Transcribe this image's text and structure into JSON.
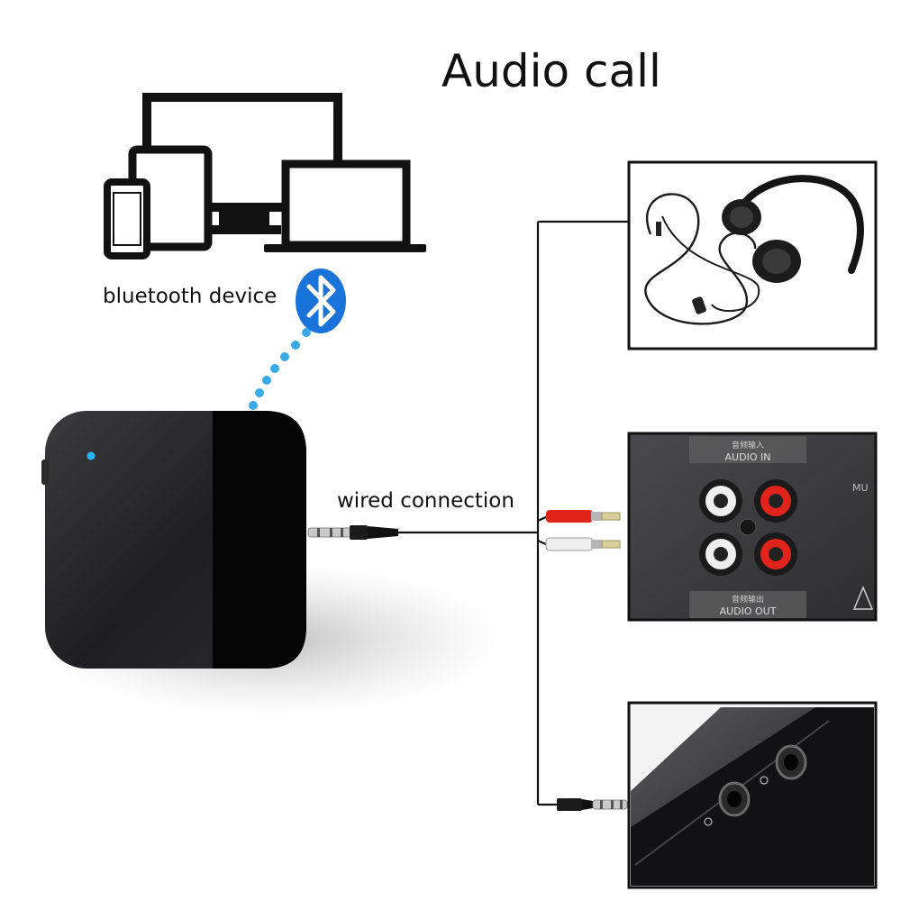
{
  "title": "Audio call",
  "labels": {
    "bluetooth_device": "bluetooth device",
    "wired_connection": "wired connection"
  },
  "icons": {
    "devices": "devices-icon",
    "bluetooth": "bluetooth-icon",
    "receiver": "bluetooth-receiver",
    "headphones": "headphones-photo",
    "amplifier": "amplifier-rca-panel",
    "speaker_port": "speaker-headphone-port"
  },
  "amplifier_panel": {
    "top_label_cn": "音频输入",
    "top_label": "AUDIO IN",
    "bottom_label_cn": "音频输出",
    "bottom_label": "AUDIO OUT",
    "side_label": "MU"
  },
  "colors": {
    "bluetooth_blue": "#1a73d9",
    "dots": "#39a9e8",
    "led": "#27b4ff",
    "rca_red": "#e0241b",
    "rca_white": "#eeeeee"
  }
}
